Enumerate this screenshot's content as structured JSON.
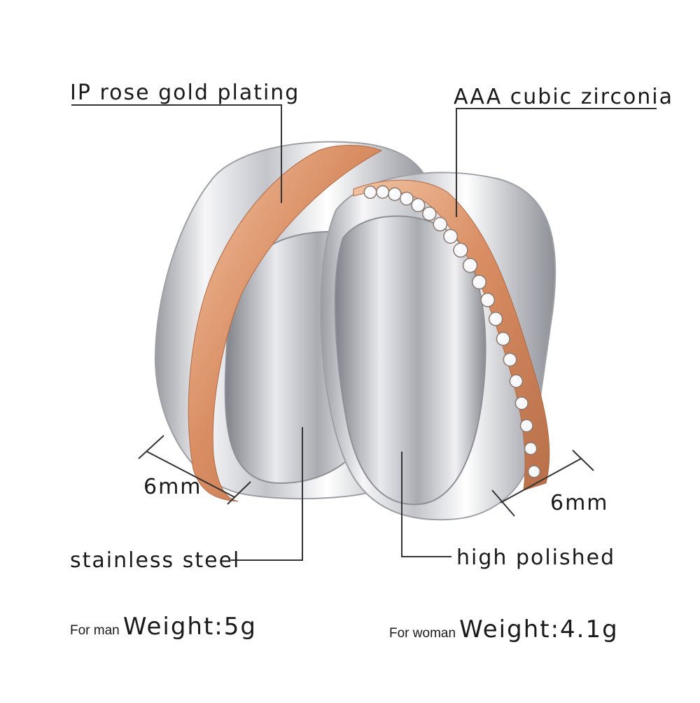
{
  "colors": {
    "steel_light": "#f4f4f6",
    "steel_mid": "#c9cbd0",
    "steel_dark": "#8e9097",
    "rose_gold": "#e0a07a",
    "rose_gold_dark": "#b26a45",
    "leader_line": "#333333"
  },
  "labels": {
    "rose_gold_plating": "IP rose gold plating",
    "cubic_zirconia": "AAA cubic zirconia",
    "width_man": "6mm",
    "width_woman": "6mm",
    "stainless_steel": "stainless steel",
    "high_polished": "high polished"
  },
  "weights": {
    "man_prefix": "For man",
    "man_value": "Weight:5g",
    "woman_prefix": "For woman",
    "woman_value": "Weight:4.1g"
  },
  "stone_count": 20
}
